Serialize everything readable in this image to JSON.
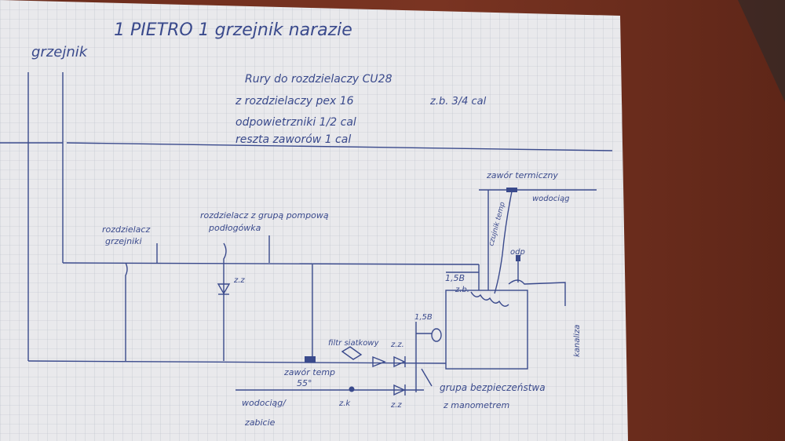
{
  "title": "1 PIETRO   1 grzejnik narazie",
  "left_label": "grzejnik",
  "notes": [
    "Rury do rozdzielaczy CU28",
    "z rozdzielaczy pex 16",
    "odpowietrzniki 1/2 cal",
    "reszta zaworów 1 cal"
  ],
  "zb_note": "z.b. 3/4 cal",
  "labels": {
    "rozdzielacz_grzejniki": [
      "rozdzielacz",
      "grzejniki"
    ],
    "rozdzielacz_podlogowka": [
      "rozdzielacz z grupą pompową",
      "podłogówka"
    ],
    "zz1": "z.z",
    "filtr": "filtr siatkowy",
    "zz2": "z.z.",
    "b15_top": "1,5B",
    "zawor_temp": "zawór temp",
    "temp_55": "55°",
    "wodociag_zabicie": "wodociąg/",
    "zabicie": "zabicie",
    "zk": "z.k",
    "zz3": "z.z",
    "grupa": "grupa bezpieczeństwa",
    "grupa2": "z manometrem",
    "b15_boiler": "1,5B",
    "zb_boiler": "z.b.",
    "zawor_termiczny": "zawór termiczny",
    "wodociag": "wodociąg",
    "czujnik": "czujnik temp",
    "odp": "odp",
    "kanaliza": "kanaliza"
  },
  "colors": {
    "paper": "#e9e9ec",
    "grid": "#b9bcc8",
    "ink": "#3a4a8c"
  }
}
